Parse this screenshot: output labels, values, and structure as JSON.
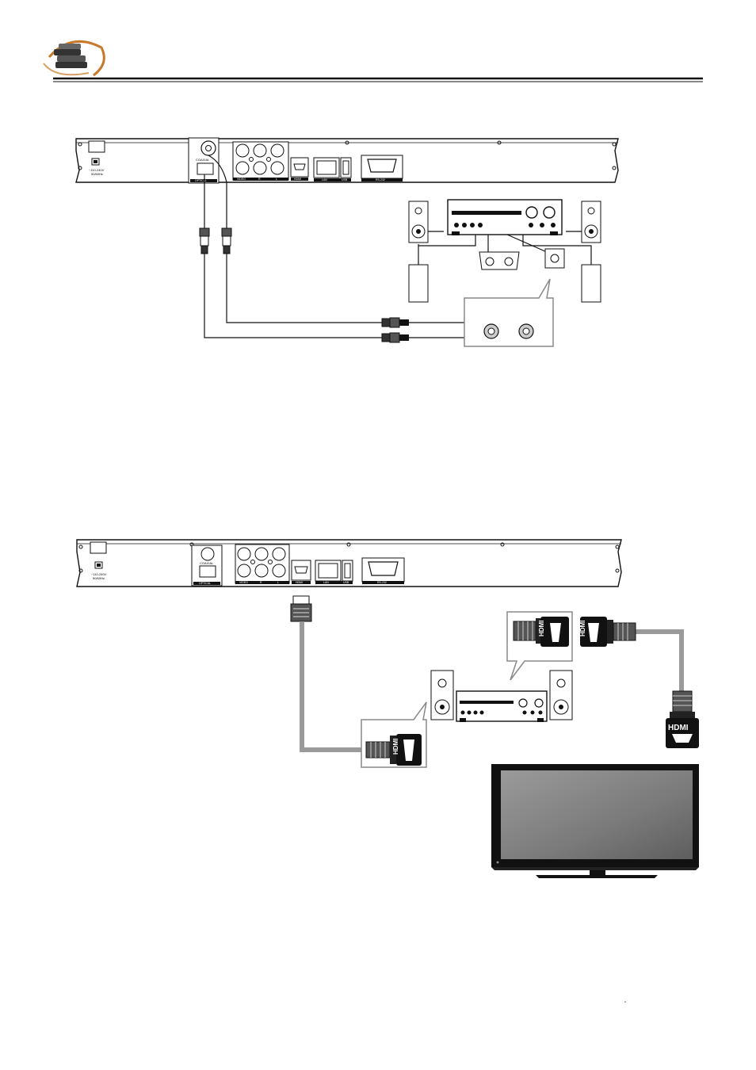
{
  "panel": {
    "power_label": "~110-240V",
    "power_freq": "50/60Hz",
    "coaxial_label": "COAXIAL",
    "optical_label": "OPTICAL",
    "video_label": "VIDEO",
    "r_label": "R",
    "l_label": "L",
    "hdmi_label": "HDMI",
    "lan_label": "LAN",
    "usb_label": "USB",
    "rs232_label": "RS-232"
  },
  "connector": {
    "hdmi_text": "HDMI"
  },
  "colors": {
    "line": "#1a1a1a",
    "cable_grey": "#9a9a9a",
    "tv_screen": "#7d7d7d",
    "logo_orange": "#c8782a"
  }
}
